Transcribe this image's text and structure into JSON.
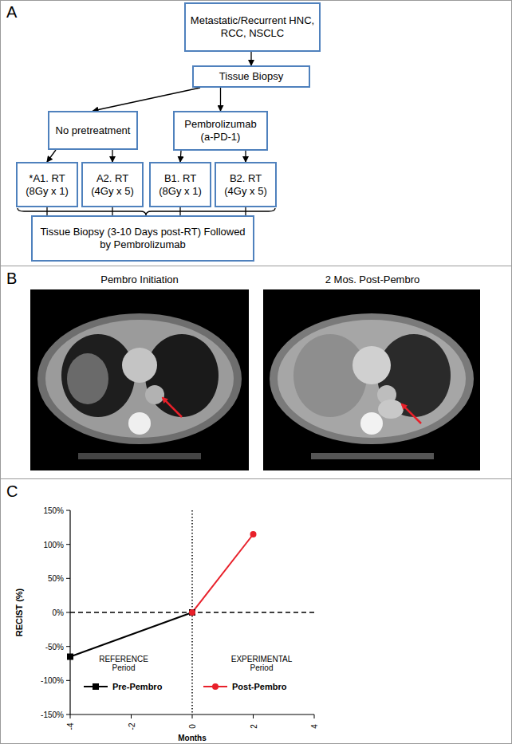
{
  "diagram": {
    "nodes": [
      {
        "text": [
          "Metastatic/Recurrent HNC, RCC, NSCLC"
        ]
      },
      {
        "text": [
          "Tissue Biopsy"
        ]
      },
      {
        "text": [
          "No pretreatment"
        ]
      },
      {
        "text": [
          "Pembrolizumab (a-PD-1)"
        ]
      },
      {
        "text": [
          "*A1. RT (8Gy x 1)"
        ]
      },
      {
        "text": [
          "A2. RT (4Gy x 5)"
        ]
      },
      {
        "text": [
          "B1. RT (8Gy x 1)"
        ]
      },
      {
        "text": [
          "B2. RT (4Gy x 5)"
        ]
      },
      {
        "text": [
          "Tissue Biopsy (3-10 Days post-RT) Followed by Pembrolizumab"
        ]
      }
    ],
    "edges": [
      {
        "from": 0,
        "to": 1,
        "arrow": "to"
      },
      {
        "from": 1,
        "to": 2,
        "arrow": "to"
      },
      {
        "from": 1,
        "to": 3,
        "arrow": "to"
      },
      {
        "from": 2,
        "to": 4,
        "arrow": "to"
      },
      {
        "from": 2,
        "to": 5,
        "arrow": "to"
      },
      {
        "from": 3,
        "to": 6,
        "arrow": "to"
      },
      {
        "from": 3,
        "to": 7,
        "arrow": "to"
      },
      {
        "from": 4,
        "to": 8,
        "arrow": "none"
      },
      {
        "from": 5,
        "to": 8,
        "arrow": "none"
      },
      {
        "from": 6,
        "to": 8,
        "arrow": "none"
      },
      {
        "from": 7,
        "to": 8,
        "arrow": "none"
      }
    ],
    "labels": [
      "A",
      "Pembro Initiation",
      "2 Mos. Post-Pembro",
      "B",
      "C",
      "150%",
      "100%",
      "50%",
      "0%",
      "-50%",
      "-100%",
      "-150%",
      "-4",
      "-2",
      "0",
      "2",
      "4",
      "Months",
      "RECIST (%)",
      "REFERENCE Period",
      "EXPERIMENTAL Period"
    ],
    "legend": [
      {
        "text": "Pre-Pembro"
      },
      {
        "text": "Post-Pembro"
      }
    ]
  }
}
